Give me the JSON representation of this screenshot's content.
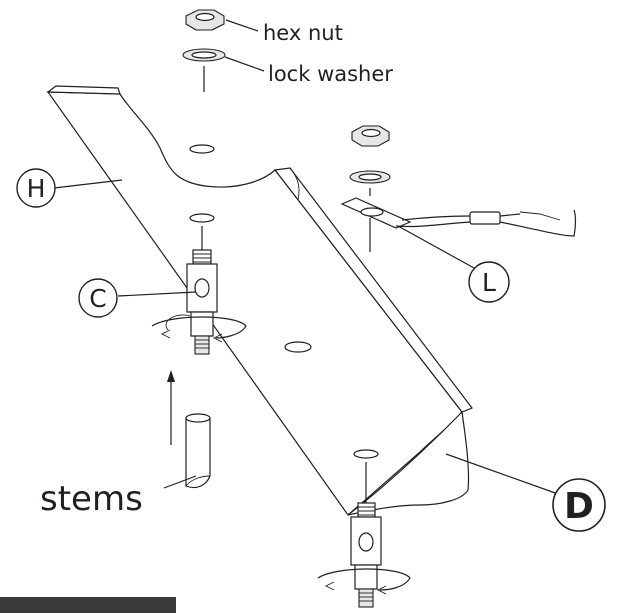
{
  "labels": {
    "hex_nut": "hex nut",
    "lock_washer": "lock washer",
    "stems": "stems",
    "H": "H",
    "C": "C",
    "L": "L",
    "D": "D"
  },
  "colors": {
    "ink": "#231f20",
    "bar": "#3a3a3a",
    "background": "#ffffff"
  }
}
